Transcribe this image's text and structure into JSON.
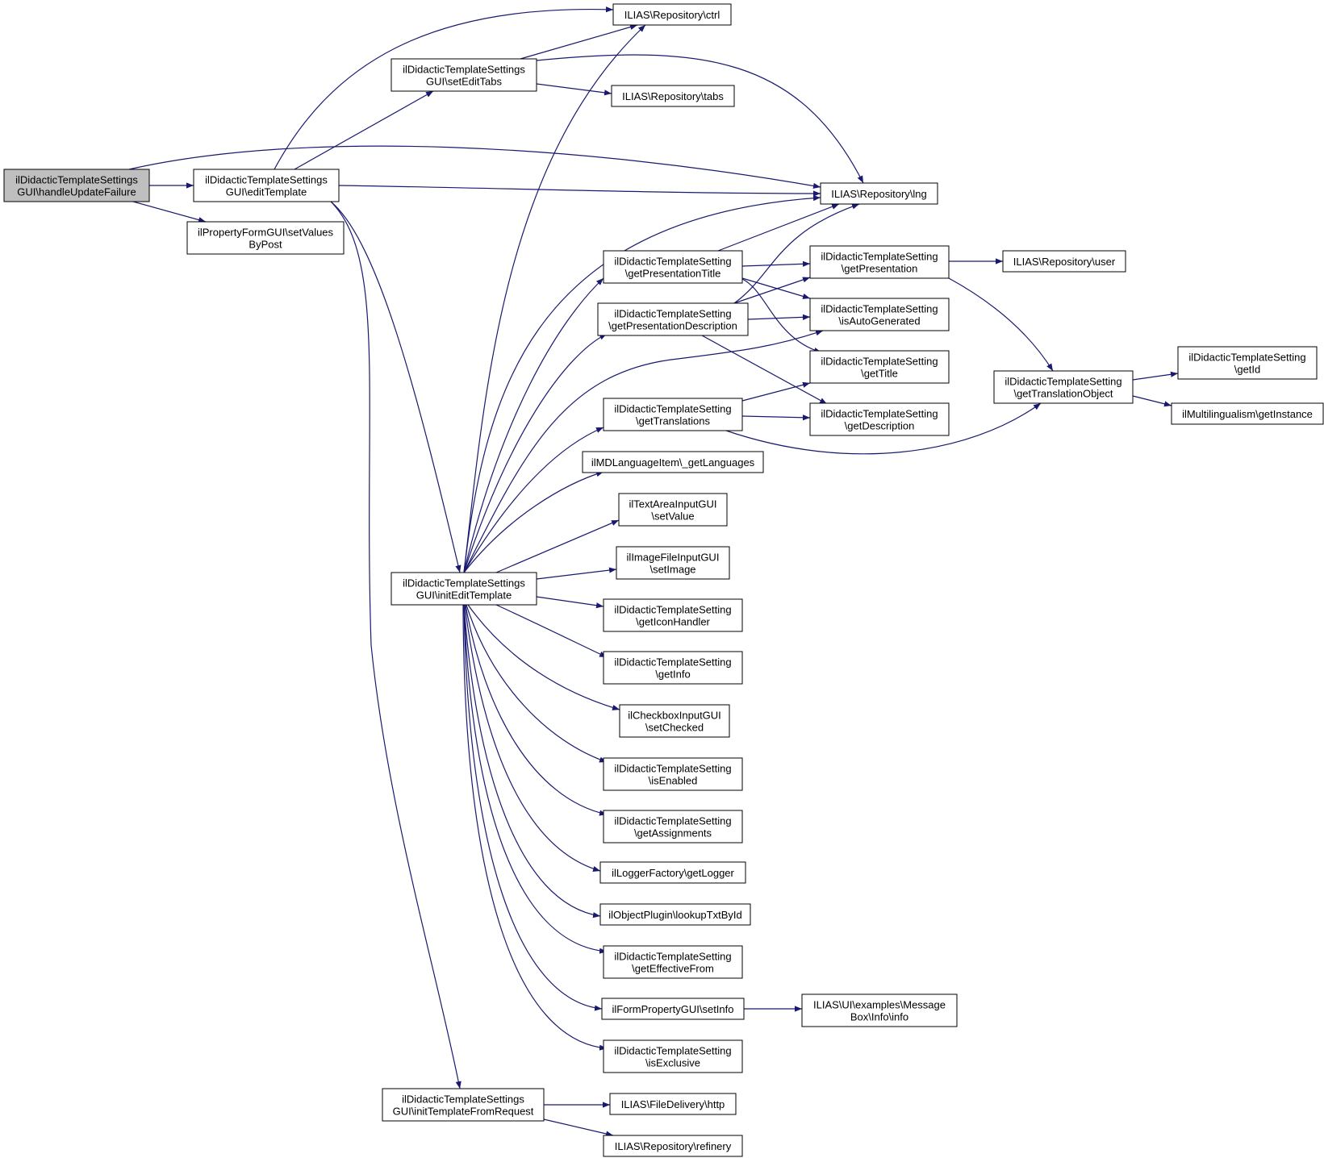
{
  "colors": {
    "edge": "#191970",
    "node_border": "#000000",
    "node_fill": "#ffffff",
    "root_fill": "#bfbfbf"
  },
  "nodes": [
    {
      "id": "handleUpdateFailure",
      "lines": [
        "ilDidacticTemplateSettings",
        "GUI\\handleUpdateFailure"
      ],
      "root": true
    },
    {
      "id": "editTemplate",
      "lines": [
        "ilDidacticTemplateSettings",
        "GUI\\editTemplate"
      ]
    },
    {
      "id": "setValuesByPost",
      "lines": [
        "ilPropertyFormGUI\\setValues",
        "ByPost"
      ]
    },
    {
      "id": "setEditTabs",
      "lines": [
        "ilDidacticTemplateSettings",
        "GUI\\setEditTabs"
      ]
    },
    {
      "id": "ctrl",
      "lines": [
        "ILIAS\\Repository\\ctrl"
      ]
    },
    {
      "id": "tabs",
      "lines": [
        "ILIAS\\Repository\\tabs"
      ]
    },
    {
      "id": "lng",
      "lines": [
        "ILIAS\\Repository\\lng"
      ]
    },
    {
      "id": "initEditTemplate",
      "lines": [
        "ilDidacticTemplateSettings",
        "GUI\\initEditTemplate"
      ]
    },
    {
      "id": "initTemplateFromRequest",
      "lines": [
        "ilDidacticTemplateSettings",
        "GUI\\initTemplateFromRequest"
      ]
    },
    {
      "id": "getPresentationTitle",
      "lines": [
        "ilDidacticTemplateSetting",
        "\\getPresentationTitle"
      ]
    },
    {
      "id": "getPresentationDescription",
      "lines": [
        "ilDidacticTemplateSetting",
        "\\getPresentationDescription"
      ]
    },
    {
      "id": "getTranslations",
      "lines": [
        "ilDidacticTemplateSetting",
        "\\getTranslations"
      ]
    },
    {
      "id": "getLanguages",
      "lines": [
        "ilMDLanguageItem\\_getLanguages"
      ]
    },
    {
      "id": "setValue",
      "lines": [
        "ilTextAreaInputGUI",
        "\\setValue"
      ]
    },
    {
      "id": "setImage",
      "lines": [
        "ilImageFileInputGUI",
        "\\setImage"
      ]
    },
    {
      "id": "getIconHandler",
      "lines": [
        "ilDidacticTemplateSetting",
        "\\getIconHandler"
      ]
    },
    {
      "id": "getInfo",
      "lines": [
        "ilDidacticTemplateSetting",
        "\\getInfo"
      ]
    },
    {
      "id": "setChecked",
      "lines": [
        "ilCheckboxInputGUI",
        "\\setChecked"
      ]
    },
    {
      "id": "isEnabled",
      "lines": [
        "ilDidacticTemplateSetting",
        "\\isEnabled"
      ]
    },
    {
      "id": "getAssignments",
      "lines": [
        "ilDidacticTemplateSetting",
        "\\getAssignments"
      ]
    },
    {
      "id": "getLogger",
      "lines": [
        "ilLoggerFactory\\getLogger"
      ]
    },
    {
      "id": "lookupTxtById",
      "lines": [
        "ilObjectPlugin\\lookupTxtById"
      ]
    },
    {
      "id": "getEffectiveFrom",
      "lines": [
        "ilDidacticTemplateSetting",
        "\\getEffectiveFrom"
      ]
    },
    {
      "id": "setInfo",
      "lines": [
        "ilFormPropertyGUI\\setInfo"
      ]
    },
    {
      "id": "isExclusive",
      "lines": [
        "ilDidacticTemplateSetting",
        "\\isExclusive"
      ]
    },
    {
      "id": "http",
      "lines": [
        "ILIAS\\FileDelivery\\http"
      ]
    },
    {
      "id": "refinery",
      "lines": [
        "ILIAS\\Repository\\refinery"
      ]
    },
    {
      "id": "getPresentation",
      "lines": [
        "ilDidacticTemplateSetting",
        "\\getPresentation"
      ]
    },
    {
      "id": "isAutoGenerated",
      "lines": [
        "ilDidacticTemplateSetting",
        "\\isAutoGenerated"
      ]
    },
    {
      "id": "getTitle",
      "lines": [
        "ilDidacticTemplateSetting",
        "\\getTitle"
      ]
    },
    {
      "id": "getDescription",
      "lines": [
        "ilDidacticTemplateSetting",
        "\\getDescription"
      ]
    },
    {
      "id": "user",
      "lines": [
        "ILIAS\\Repository\\user"
      ]
    },
    {
      "id": "getTranslationObject",
      "lines": [
        "ilDidacticTemplateSetting",
        "\\getTranslationObject"
      ]
    },
    {
      "id": "getId",
      "lines": [
        "ilDidacticTemplateSetting",
        "\\getId"
      ]
    },
    {
      "id": "getInstance",
      "lines": [
        "ilMultilingualism\\getInstance"
      ]
    },
    {
      "id": "messageBoxInfo",
      "lines": [
        "ILIAS\\UI\\examples\\Message",
        "Box\\Info\\info"
      ]
    }
  ],
  "edges": [
    [
      "handleUpdateFailure",
      "editTemplate"
    ],
    [
      "handleUpdateFailure",
      "setValuesByPost"
    ],
    [
      "handleUpdateFailure",
      "lng"
    ],
    [
      "editTemplate",
      "ctrl"
    ],
    [
      "editTemplate",
      "setEditTabs"
    ],
    [
      "editTemplate",
      "lng"
    ],
    [
      "editTemplate",
      "initEditTemplate"
    ],
    [
      "editTemplate",
      "initTemplateFromRequest"
    ],
    [
      "setEditTabs",
      "ctrl"
    ],
    [
      "setEditTabs",
      "tabs"
    ],
    [
      "setEditTabs",
      "lng"
    ],
    [
      "initEditTemplate",
      "ctrl"
    ],
    [
      "initEditTemplate",
      "lng"
    ],
    [
      "initEditTemplate",
      "getPresentationTitle"
    ],
    [
      "initEditTemplate",
      "getPresentationDescription"
    ],
    [
      "initEditTemplate",
      "isAutoGenerated"
    ],
    [
      "initEditTemplate",
      "getTranslations"
    ],
    [
      "initEditTemplate",
      "getLanguages"
    ],
    [
      "initEditTemplate",
      "setValue"
    ],
    [
      "initEditTemplate",
      "setImage"
    ],
    [
      "initEditTemplate",
      "getIconHandler"
    ],
    [
      "initEditTemplate",
      "getInfo"
    ],
    [
      "initEditTemplate",
      "setChecked"
    ],
    [
      "initEditTemplate",
      "isEnabled"
    ],
    [
      "initEditTemplate",
      "getAssignments"
    ],
    [
      "initEditTemplate",
      "getLogger"
    ],
    [
      "initEditTemplate",
      "lookupTxtById"
    ],
    [
      "initEditTemplate",
      "getEffectiveFrom"
    ],
    [
      "initEditTemplate",
      "setInfo"
    ],
    [
      "initEditTemplate",
      "isExclusive"
    ],
    [
      "initTemplateFromRequest",
      "http"
    ],
    [
      "initTemplateFromRequest",
      "refinery"
    ],
    [
      "getPresentationTitle",
      "lng"
    ],
    [
      "getPresentationTitle",
      "getPresentation"
    ],
    [
      "getPresentationTitle",
      "isAutoGenerated"
    ],
    [
      "getPresentationTitle",
      "getTitle"
    ],
    [
      "getPresentationDescription",
      "lng"
    ],
    [
      "getPresentationDescription",
      "getPresentation"
    ],
    [
      "getPresentationDescription",
      "isAutoGenerated"
    ],
    [
      "getPresentationDescription",
      "getDescription"
    ],
    [
      "getTranslations",
      "getTitle"
    ],
    [
      "getTranslations",
      "getDescription"
    ],
    [
      "getTranslations",
      "getTranslationObject"
    ],
    [
      "getPresentation",
      "user"
    ],
    [
      "getPresentation",
      "getTranslationObject"
    ],
    [
      "getTranslationObject",
      "getId"
    ],
    [
      "getTranslationObject",
      "getInstance"
    ],
    [
      "setInfo",
      "messageBoxInfo"
    ]
  ]
}
